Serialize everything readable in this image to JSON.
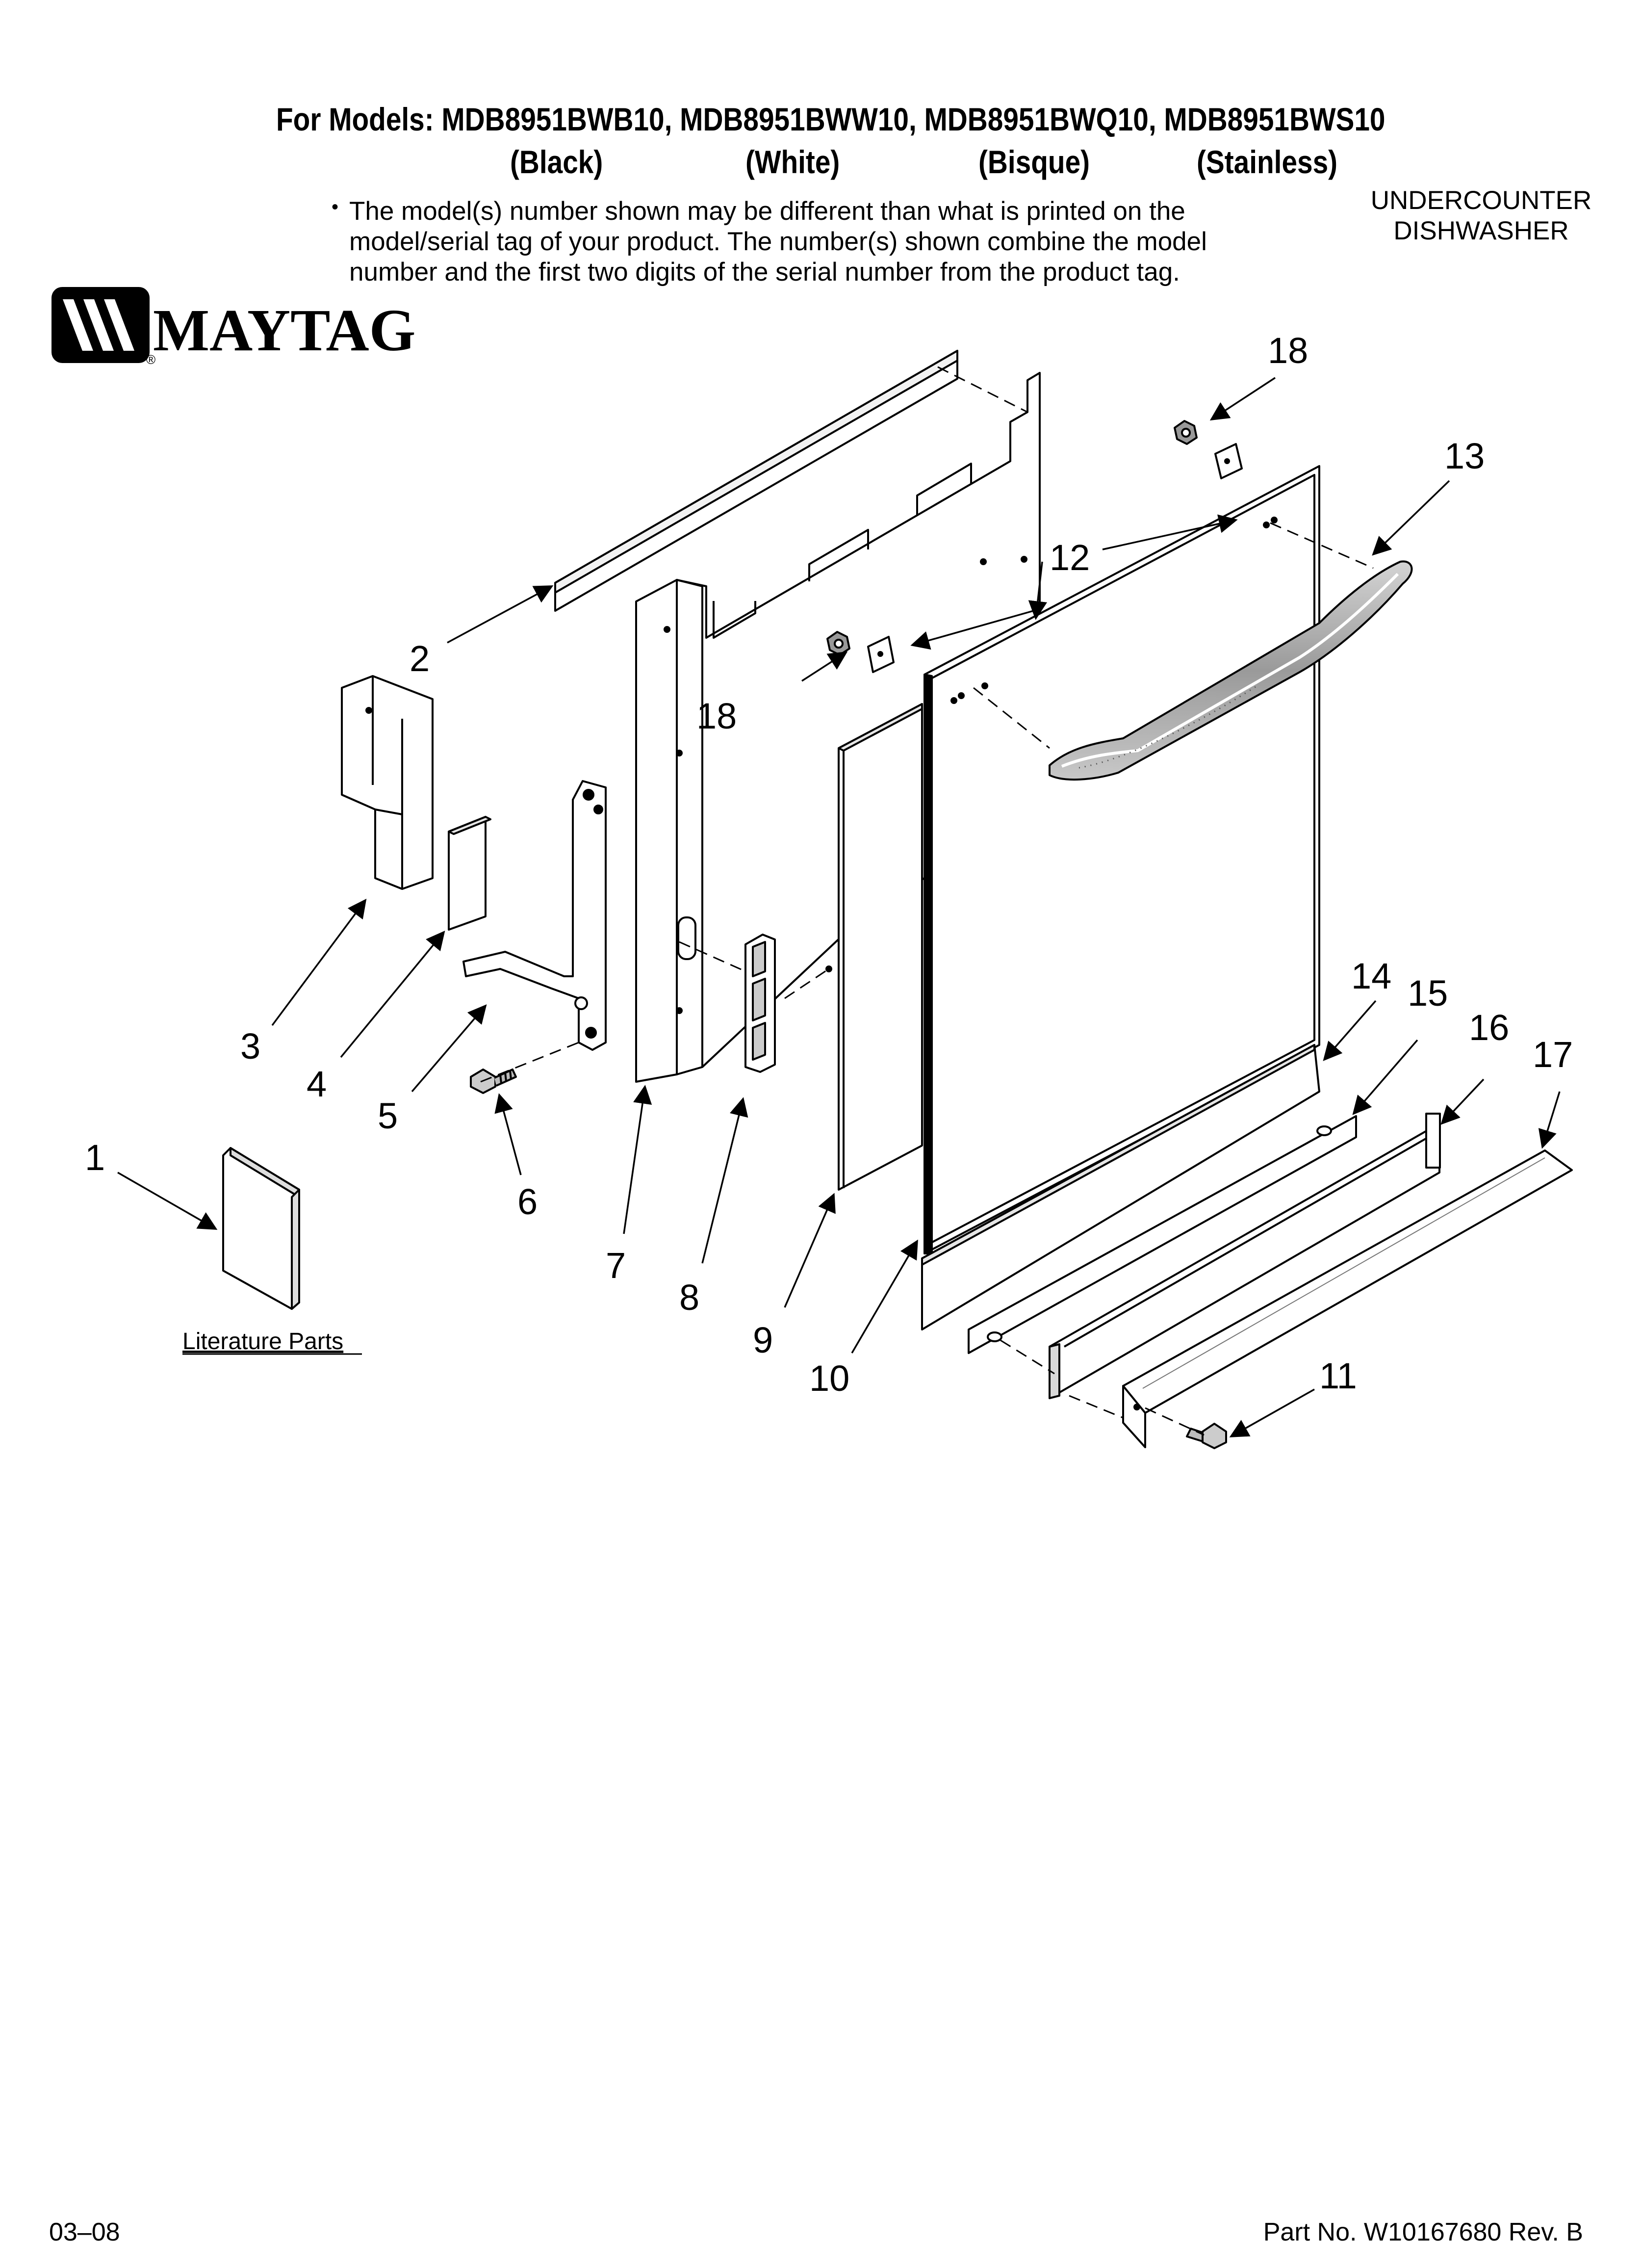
{
  "header": {
    "models_line": "For Models: MDB8951BWB10, MDB8951BWW10, MDB8951BWQ10, MDB8951BWS10",
    "colors": [
      "(Black)",
      "(White)",
      "(Bisque)",
      "(Stainless)"
    ]
  },
  "note": {
    "bullet": "•",
    "lines": [
      "The model(s) number shown may be different than what is printed on the",
      "model/serial tag of your product. The number(s) shown combine the model",
      "number and the first two digits of the serial number from the product tag."
    ]
  },
  "product_type": [
    "UNDERCOUNTER",
    "DISHWASHER"
  ],
  "brand": {
    "name": "MAYTAG",
    "registered": "®"
  },
  "diagram": {
    "callouts": [
      "1",
      "2",
      "3",
      "4",
      "5",
      "6",
      "7",
      "8",
      "9",
      "10",
      "11",
      "12",
      "13",
      "14",
      "15",
      "16",
      "17",
      "18",
      "18"
    ],
    "literature_label": "Literature Parts"
  },
  "footer": {
    "date": "03–08",
    "part_no": "Part No. W10167680 Rev. B"
  }
}
